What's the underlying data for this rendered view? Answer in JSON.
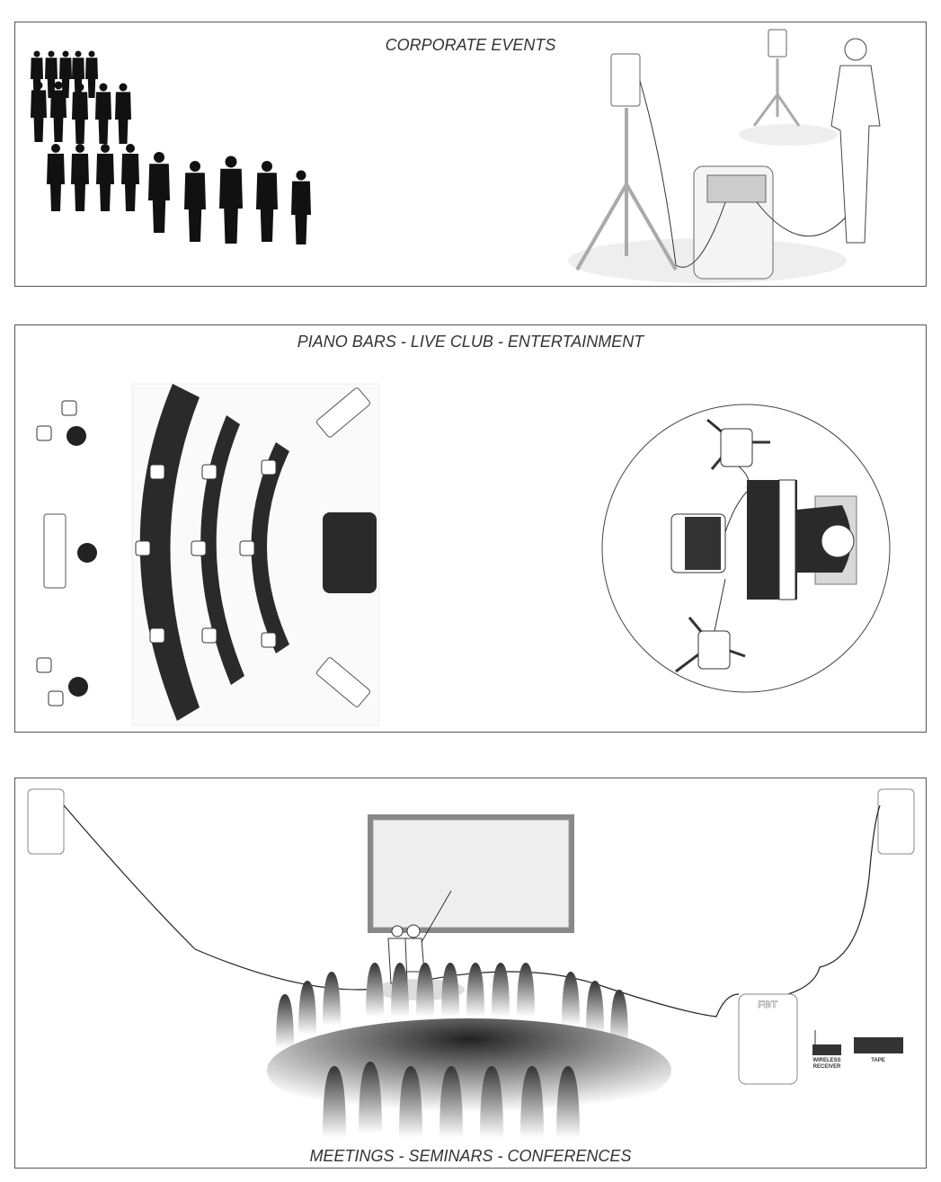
{
  "panels": [
    {
      "title": "CORPORATE EVENTS"
    },
    {
      "title": "PIANO BARS - LIVE CLUB - ENTERTAINMENT"
    },
    {
      "title": "MEETINGS - SEMINARS - CONFERENCES",
      "speaker_brand": "FBT",
      "devices": [
        "WIRELESS RECEIVER",
        "TAPE"
      ]
    }
  ]
}
